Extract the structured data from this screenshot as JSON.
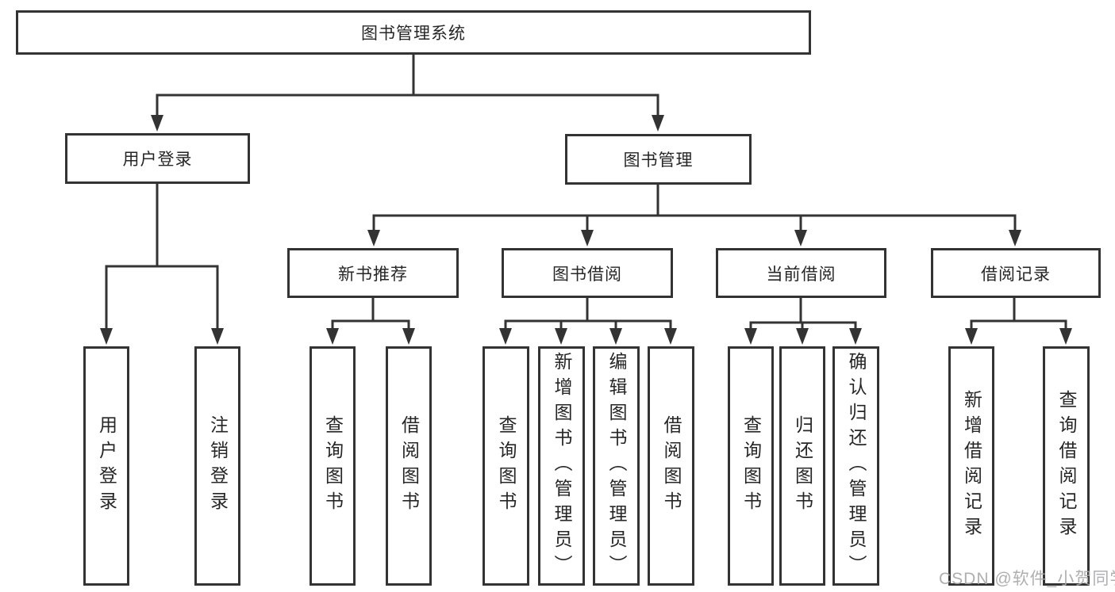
{
  "tree": {
    "root": {
      "label": "图书管理系统"
    },
    "children": [
      {
        "label": "用户登录",
        "children": [
          {
            "label": "用户登录"
          },
          {
            "label": "注销登录"
          }
        ]
      },
      {
        "label": "图书管理",
        "children": [
          {
            "label": "新书推荐",
            "children": [
              {
                "label": "查询图书"
              },
              {
                "label": "借阅图书"
              }
            ]
          },
          {
            "label": "图书借阅",
            "children": [
              {
                "label": "查询图书"
              },
              {
                "label": "新增图书（管理员）"
              },
              {
                "label": "编辑图书（管理员）"
              },
              {
                "label": "借阅图书"
              }
            ]
          },
          {
            "label": "当前借阅",
            "children": [
              {
                "label": "查询图书"
              },
              {
                "label": "归还图书"
              },
              {
                "label": "确认归还（管理员）"
              }
            ]
          },
          {
            "label": "借阅记录",
            "children": [
              {
                "label": "新增借阅记录"
              },
              {
                "label": "查询借阅记录"
              }
            ]
          }
        ]
      }
    ]
  },
  "watermark": {
    "text": "CSDN @软件_小贺同学",
    "color": "#a8a8aa"
  },
  "colors": {
    "line": "#333333",
    "box_border": "#333333",
    "text": "#262626",
    "background": "#ffffff"
  }
}
